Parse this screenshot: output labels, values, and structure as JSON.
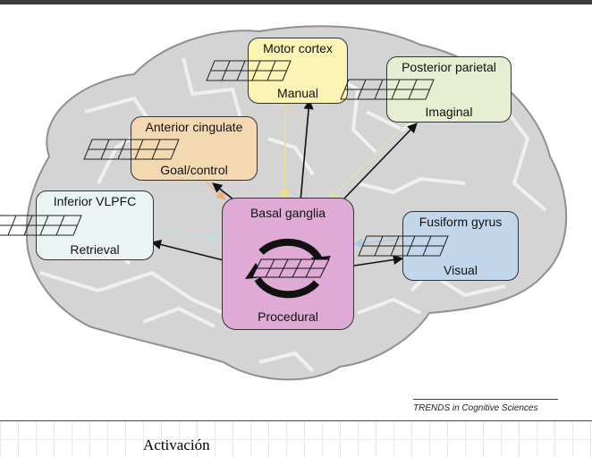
{
  "boxes": {
    "motor": {
      "title": "Motor cortex",
      "sub": "Manual",
      "color": "#fbf4b4"
    },
    "posterior": {
      "title": "Posterior parietal",
      "sub": "Imaginal",
      "color": "#e6efd2"
    },
    "anterior": {
      "title": "Anterior cingulate",
      "sub": "Goal/control",
      "color": "#f4d8b2"
    },
    "vlpfc": {
      "title": "Inferior VLPFC",
      "sub": "Retrieval",
      "color": "#eaf4f5"
    },
    "basal": {
      "title": "Basal ganglia",
      "sub": "Procedural",
      "color": "#dfaad6"
    },
    "fusiform": {
      "title": "Fusiform gyrus",
      "sub": "Visual",
      "color": "#c3d7ec"
    }
  },
  "credit": "TRENDS in Cognitive Sciences",
  "activation_label": "Activación"
}
